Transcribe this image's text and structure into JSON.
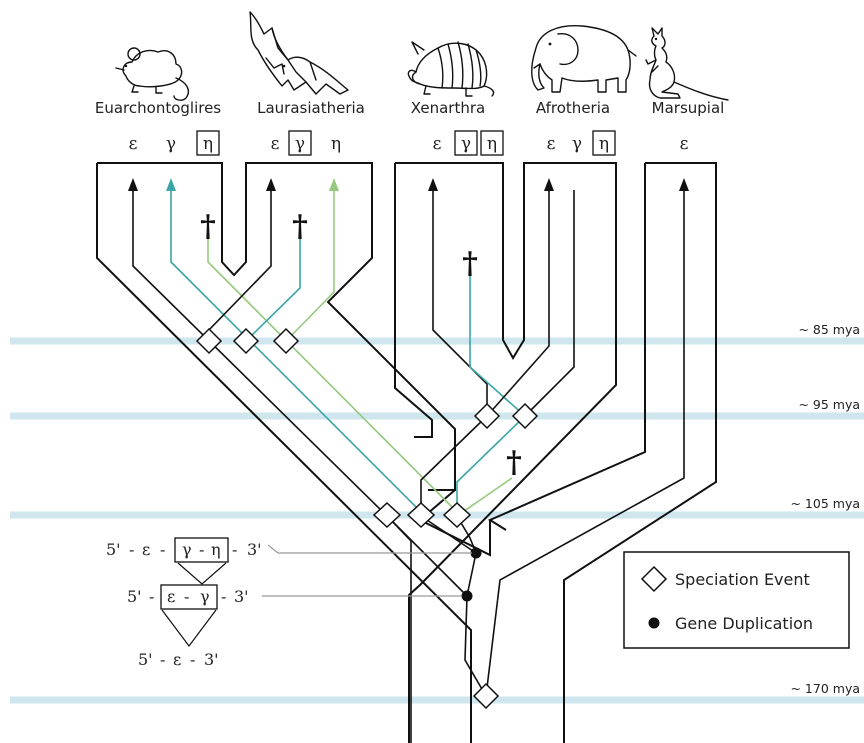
{
  "taxa": [
    {
      "name": "Euarchontoglires",
      "icon": "mouse-icon"
    },
    {
      "name": "Laurasiatheria",
      "icon": "bat-icon"
    },
    {
      "name": "Xenarthra",
      "icon": "armadillo-icon"
    },
    {
      "name": "Afrotheria",
      "icon": "elephant-icon"
    },
    {
      "name": "Marsupial",
      "icon": "kangaroo-icon"
    }
  ],
  "genes": {
    "epsilon": "ε",
    "gamma": "γ",
    "eta": "η"
  },
  "time_markers": [
    "~ 85 mya",
    "~ 95 mya",
    "~ 105 mya",
    "~ 170 mya"
  ],
  "gene_loci": {
    "five_prime": "5'",
    "three_prime": "3'",
    "dash": "-"
  },
  "legend": {
    "speciation": "Speciation Event",
    "duplication": "Gene Duplication"
  },
  "colors": {
    "tree": "#111111",
    "gamma_lineage": "#3aa6a8",
    "eta_lineage": "#95c97e",
    "time_band": "#cfe6ee"
  },
  "loss_symbol": "†"
}
